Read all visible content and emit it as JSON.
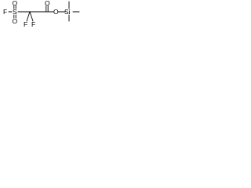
{
  "molecule": {
    "atoms": {
      "f_sulfonyl": "F",
      "s": "S",
      "o_s_top": "O",
      "o_s_bottom": "O",
      "f_cf2_left": "F",
      "f_cf2_right": "F",
      "o_carbonyl": "O",
      "o_ester": "O",
      "si": "Si"
    }
  }
}
